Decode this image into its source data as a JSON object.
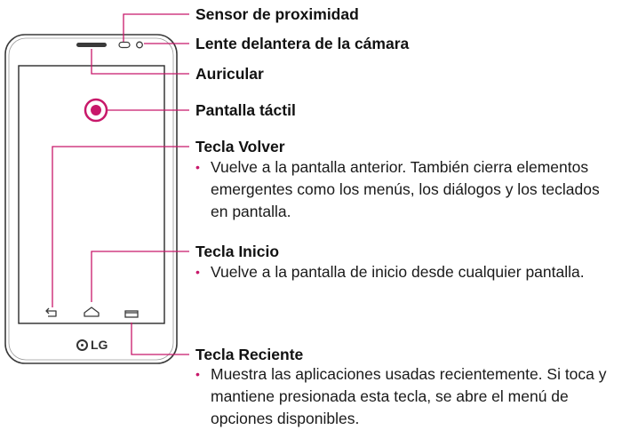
{
  "callouts": {
    "proximity_sensor": "Sensor de proximidad",
    "front_camera_lens": "Lente delantera de la cámara",
    "earpiece": "Auricular",
    "touch_screen": "Pantalla táctil",
    "back_key": {
      "title": "Tecla Volver",
      "description": "Vuelve a la pantalla anterior. También cierra elementos emergentes como los menús, los diálogos y los teclados en pantalla."
    },
    "home_key": {
      "title": "Tecla Inicio",
      "description": "Vuelve a la pantalla de inicio desde cualquier pantalla."
    },
    "recent_key": {
      "title": "Tecla Reciente",
      "description": "Muestra las aplicaciones usadas recientemente. Si toca y mantiene presionada esta tecla, se abre el menú de opciones disponibles."
    }
  },
  "phone": {
    "brand_logo": "LG"
  },
  "colors": {
    "callout_line": "#c8186a",
    "bullet": "#c8186a",
    "phone_outline": "#333333"
  }
}
